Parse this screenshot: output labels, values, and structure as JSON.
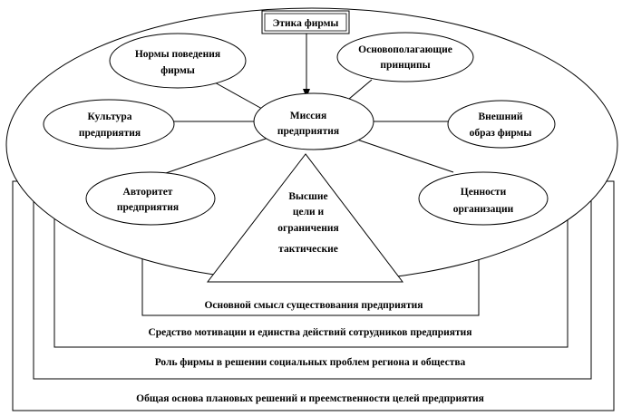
{
  "ethics": "Этика фирмы",
  "mission": [
    "Миссия",
    "предприятия"
  ],
  "nodes": {
    "norms": [
      "Нормы поведения",
      "фирмы"
    ],
    "principles": [
      "Основополагающие",
      "принципы"
    ],
    "culture": [
      "Культура",
      "предприятия"
    ],
    "image": [
      "Внешний",
      "образ фирмы"
    ],
    "authority": [
      "Авторитет",
      "предприятия"
    ],
    "values": [
      "Ценности",
      "организации"
    ]
  },
  "triangle": [
    "Высшие",
    "цели и",
    "ограничения",
    "тактические"
  ],
  "levels": [
    "Основной смысл существования предприятия",
    "Средство мотивации и единства действий сотрудников предприятия",
    "Роль фирмы в решении социальных проблем региона и общества",
    "Общая основа плановых решений и преемственности целей предприятия"
  ]
}
